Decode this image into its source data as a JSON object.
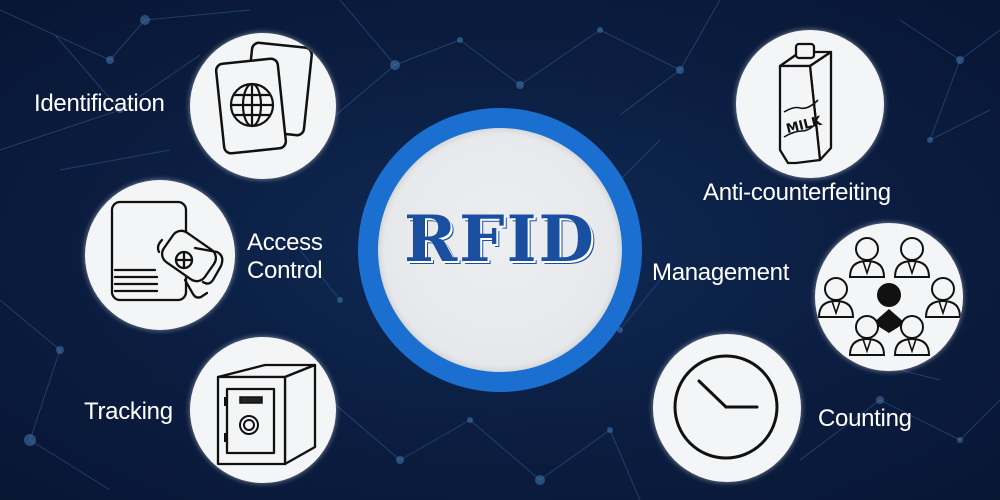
{
  "center": {
    "title": "RFID",
    "ring_color": "#1a6fd0",
    "text_color": "#1a4fa0"
  },
  "background_color": "#0b1d40",
  "applications": [
    {
      "label": "Identification",
      "icon": "passport-icon"
    },
    {
      "label_line1": "Access",
      "label_line2": "Control",
      "icon": "card-access-icon"
    },
    {
      "label": "Tracking",
      "icon": "safe-icon"
    },
    {
      "label": "Anti-counterfeiting",
      "icon": "milk-carton-icon",
      "icon_text": "MILK"
    },
    {
      "label": "Management",
      "icon": "team-icon"
    },
    {
      "label": "Counting",
      "icon": "clock-icon"
    }
  ]
}
